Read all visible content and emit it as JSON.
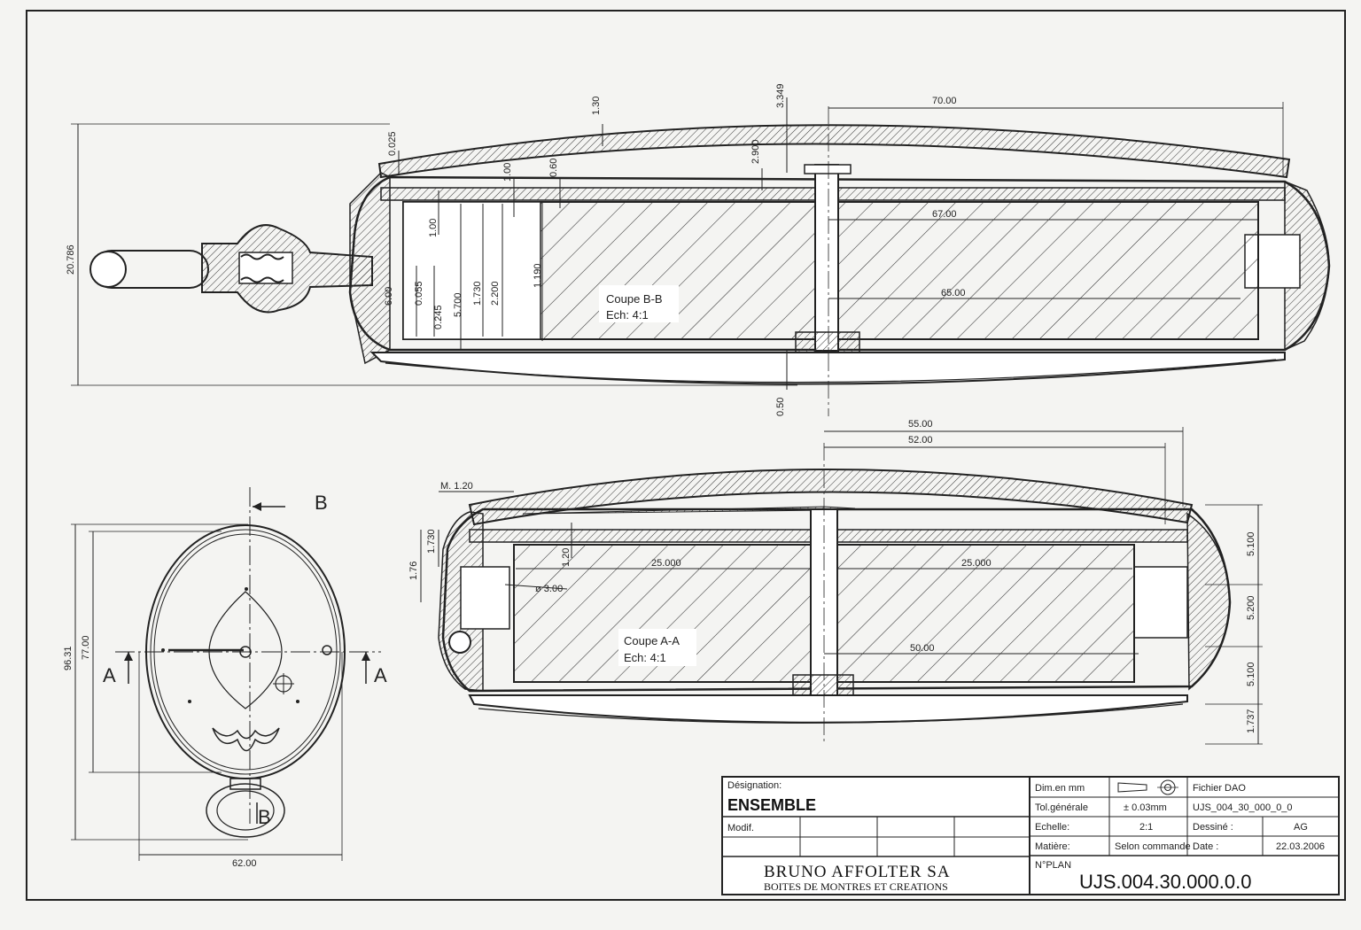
{
  "top_view": {
    "section_title": "Coupe B-B",
    "scale": "Ech: 4:1",
    "dims": [
      "70.00",
      "67.00",
      "65.00",
      "3.349",
      "2.900",
      "1.30",
      "0.025",
      "1.00",
      "0.60",
      "1.00",
      "0.055",
      "0.245",
      "5.700",
      "1.730",
      "2.200",
      "1.190",
      "6.00",
      "0.50",
      "20.786"
    ]
  },
  "bottom_view": {
    "section_title": "Coupe A-A",
    "scale": "Ech: 4:1",
    "dims": [
      "55.00",
      "52.00",
      "M. 1.20",
      "1.730",
      "1.76",
      "1.20",
      "25.000",
      "25.000",
      "ø 3.00",
      "50.00",
      "5.100",
      "5.200",
      "5.100",
      "1.737"
    ]
  },
  "front_view": {
    "label_b": "B",
    "label_a": "A",
    "dims": [
      "96.31",
      "77.00",
      "62.00"
    ]
  },
  "title_block": {
    "designation_label": "Désignation:",
    "designation": "ENSEMBLE",
    "modif_label": "Modif.",
    "company": "BRUNO AFFOLTER SA",
    "company_sub": "BOITES DE MONTRES ET CREATIONS",
    "dim_unit_label": "Dim.en  mm",
    "fichier_label": "Fichier DAO",
    "tol_label": "Tol.générale",
    "tol_value": "± 0.03mm",
    "file_name": "UJS_004_30_000_0_0",
    "echelle_label": "Echelle:",
    "echelle_value": "2:1",
    "dessine_label": "Dessiné :",
    "dessine_value": "AG",
    "matiere_label": "Matière:",
    "matiere_value": "Selon commande",
    "date_label": "Date :",
    "date_value": "22.03.2006",
    "nplan_label": "N°PLAN",
    "plan_number": "UJS.004.30.000.0.0"
  }
}
